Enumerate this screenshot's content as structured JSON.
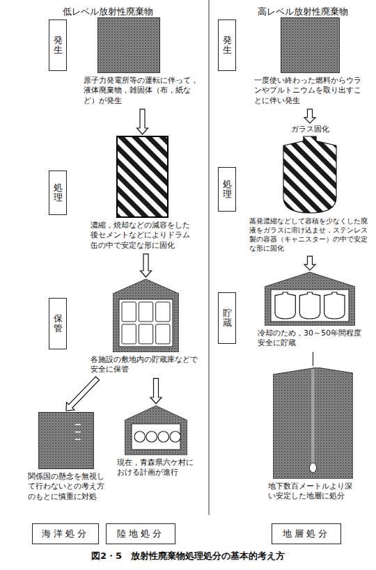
{
  "diagram": {
    "caption": "図2・5　放射性廃棄物処理処分の基本的考え方",
    "nodes": [
      {
        "text": [
          "発生"
        ]
      },
      {
        "text": [
          "処理"
        ]
      },
      {
        "text": [
          "保管"
        ]
      },
      {
        "text": [
          "原子力発電所等の運転に伴って，液体廃棄物，雑固体（布，紙など）が発生"
        ]
      },
      {
        "text": [
          "濃縮，焼却などの減容をした後セメントなどによりドラム缶の中で安定な形に固化"
        ]
      },
      {
        "text": [
          "各施設の敷地内の貯蔵庫などで安全に保管"
        ]
      },
      {
        "text": [
          "関係国の懸念を無視して行わないとの考え方のもとに慎重に対処"
        ]
      },
      {
        "text": [
          "現在，青森県六ケ村における計画が進行"
        ]
      },
      {
        "text": [
          "海洋処分"
        ]
      },
      {
        "text": [
          "陸地処分"
        ]
      },
      {
        "text": [
          "発生"
        ]
      },
      {
        "text": [
          "処理"
        ]
      },
      {
        "text": [
          "貯蔵"
        ]
      },
      {
        "text": [
          "一度使い終わった燃料からウランやプルトニウムを取り出すことに伴い発生"
        ]
      },
      {
        "text": [
          "ガラス固化",
          "蒸発濃縮などして容積を少なくした廃液をガラスに溶け込ませ，ステンレス製の容器（キャニスター）の中で安定な形に固化"
        ]
      },
      {
        "text": [
          "冷却のため，30～50年間程度安全に貯蔵"
        ]
      },
      {
        "text": [
          "地下数百メートルより深い安定した地層に処分"
        ]
      },
      {
        "text": [
          "地層処分"
        ]
      }
    ],
    "edges": [
      {
        "from": 3,
        "to": 4,
        "arrow": "to"
      },
      {
        "from": 4,
        "to": 5,
        "arrow": "to"
      },
      {
        "from": 5,
        "to": 6,
        "arrow": "to"
      },
      {
        "from": 5,
        "to": 7,
        "arrow": "to"
      },
      {
        "from": 13,
        "to": 14,
        "arrow": "to"
      },
      {
        "from": 14,
        "to": 15,
        "arrow": "to"
      },
      {
        "from": 15,
        "to": 16,
        "arrow": "none"
      }
    ],
    "labels": [
      "低レベル放射性廃棄物",
      "高レベル放射性廃棄物"
    ]
  }
}
